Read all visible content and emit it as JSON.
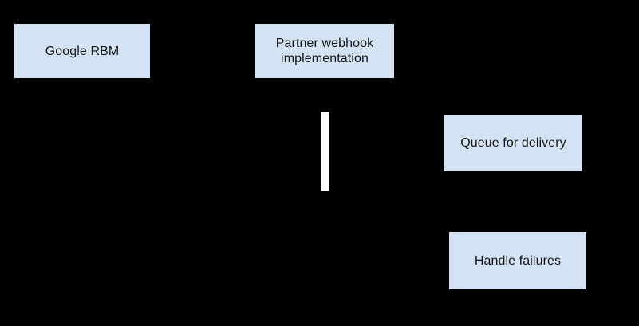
{
  "diagram": {
    "background_color": "#000000",
    "node_fill_color": "#d4e3f4",
    "node_text_color": "#141414",
    "marker_color": "#ffffff",
    "nodes": [
      {
        "id": "google-rbm",
        "label": "Google RBM"
      },
      {
        "id": "partner-webhook",
        "label": "Partner webhook\nimplementation"
      },
      {
        "id": "queue-for-delivery",
        "label": "Queue for delivery"
      },
      {
        "id": "handle-failures",
        "label": "Handle failures"
      }
    ],
    "markers": [
      {
        "id": "vertical-bar",
        "type": "vertical-line"
      }
    ]
  }
}
